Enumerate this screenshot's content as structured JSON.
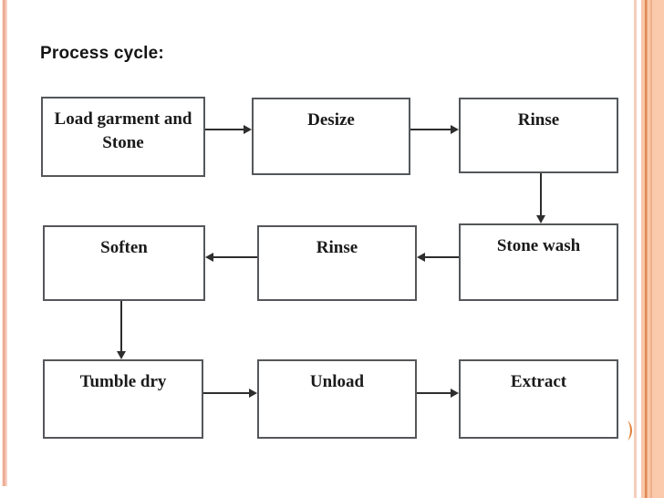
{
  "slide": {
    "title": "Process cycle:"
  },
  "flowchart": {
    "nodes": [
      {
        "id": "load-garment-and-stone",
        "label": "Load garment and Stone"
      },
      {
        "id": "desize",
        "label": "Desize"
      },
      {
        "id": "rinse-top",
        "label": "Rinse"
      },
      {
        "id": "stone-wash",
        "label": "Stone wash"
      },
      {
        "id": "rinse-middle",
        "label": "Rinse"
      },
      {
        "id": "soften",
        "label": "Soften"
      },
      {
        "id": "tumble-dry",
        "label": "Tumble dry"
      },
      {
        "id": "unload",
        "label": "Unload"
      },
      {
        "id": "extract",
        "label": "Extract"
      }
    ],
    "connections": [
      {
        "from": "load-garment-and-stone",
        "to": "desize"
      },
      {
        "from": "desize",
        "to": "rinse-top"
      },
      {
        "from": "rinse-top",
        "to": "stone-wash"
      },
      {
        "from": "stone-wash",
        "to": "rinse-middle"
      },
      {
        "from": "rinse-middle",
        "to": "soften"
      },
      {
        "from": "soften",
        "to": "tumble-dry"
      },
      {
        "from": "tumble-dry",
        "to": "unload"
      },
      {
        "from": "unload",
        "to": "extract"
      }
    ]
  },
  "theme": {
    "box_border_color": "#55575a",
    "arrow_color": "#2e2e2e",
    "text_color": "#1a1a1a",
    "stripe_dark_orange": "#dd8a50",
    "stripe_peach": "#fbc9ab",
    "stripe_pink": "#eeae99",
    "leaf_decor_color": "#e0813d",
    "background": "#ffffff"
  }
}
